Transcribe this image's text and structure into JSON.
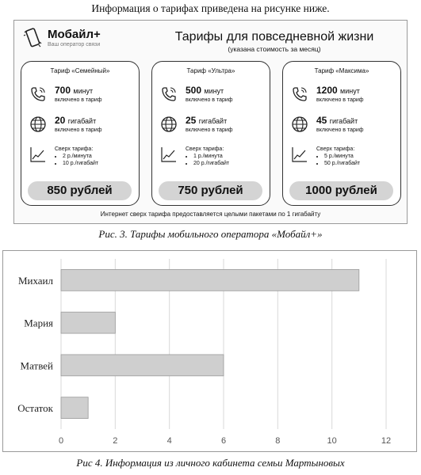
{
  "intro_text": "Информация о тарифах приведена на рисунке ниже.",
  "promo": {
    "brand_name": "Мобайл+",
    "brand_tagline": "Ваш оператор связи",
    "headline": "Тарифы для повседневной жизни",
    "subline": "(указана стоимость за месяц)",
    "footnote": "Интернет сверх тарифа предоставляется целыми пакетами по 1 гигабайту",
    "plans": [
      {
        "title": "Тариф «Семейный»",
        "minutes_value": "700",
        "minutes_unit": "минут",
        "minutes_note": "включено в тариф",
        "data_value": "20",
        "data_unit": "гигабайт",
        "data_note": "включено в тариф",
        "extra_title": "Сверх тарифа:",
        "extra_1": "2 р./минута",
        "extra_2": "10 р./гигабайт",
        "price": "850 рублей"
      },
      {
        "title": "Тариф «Ультра»",
        "minutes_value": "500",
        "minutes_unit": "минут",
        "minutes_note": "включено в тариф",
        "data_value": "25",
        "data_unit": "гигабайт",
        "data_note": "включено в тариф",
        "extra_title": "Сверх тарифа:",
        "extra_1": "1 р./минута",
        "extra_2": "20 р./гигабайт",
        "price": "750 рублей"
      },
      {
        "title": "Тариф «Максима»",
        "minutes_value": "1200",
        "minutes_unit": "минут",
        "minutes_note": "включено в тариф",
        "data_value": "45",
        "data_unit": "гигабайт",
        "data_note": "включено в тариф",
        "extra_title": "Сверх тарифа:",
        "extra_1": "5 р./минута",
        "extra_2": "50 р./гигабайт",
        "price": "1000 рублей"
      }
    ]
  },
  "caption_1": "Рис. 3. Тарифы мобильного оператора «Мобайл+»",
  "chart_data": {
    "type": "bar",
    "orientation": "horizontal",
    "categories": [
      "Михаил",
      "Мария",
      "Матвей",
      "Остаток"
    ],
    "values": [
      11,
      2,
      6,
      1
    ],
    "xlim": [
      0,
      12
    ],
    "xticks": [
      0,
      2,
      4,
      6,
      8,
      10,
      12
    ],
    "grid": "vertical",
    "bar_color": "#cfcfcf",
    "bar_stroke": "#9a9a9a"
  },
  "caption_2": "Рис 4. Информация из личного кабинета семьи Мартыновых"
}
